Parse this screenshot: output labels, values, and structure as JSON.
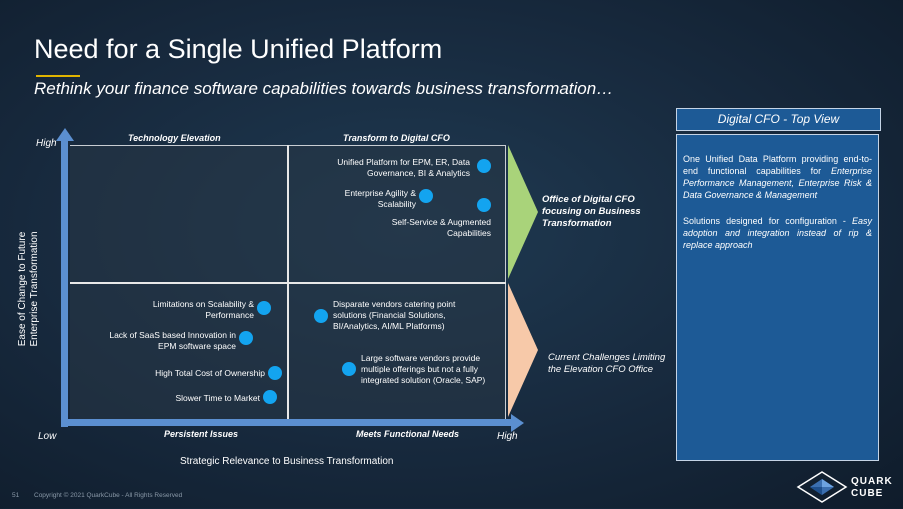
{
  "header": {
    "title": "Need for a Single Unified Platform",
    "subtitle": "Rethink your finance software capabilities towards business transformation…"
  },
  "matrix": {
    "quadrant_headers": {
      "top_left": "Technology Elevation",
      "top_right": "Transform to Digital CFO",
      "bottom_left": "Persistent Issues",
      "bottom_right": "Meets Functional Needs"
    },
    "y_axis": {
      "label_line1": "Ease of Change to Future",
      "label_line2": "Enterprise Transformation",
      "high": "High"
    },
    "x_axis": {
      "label": "Strategic Relevance to Business Transformation",
      "low": "Low",
      "high": "High"
    },
    "items": {
      "unified_platform": "Unified Platform for EPM, ER, Data Governance, BI & Analytics",
      "agility": "Enterprise Agility & Scalability",
      "self_service": "Self-Service & Augmented Capabilities",
      "limitations": "Limitations on Scalability & Performance",
      "lack_saas": "Lack of SaaS based Innovation in EPM software space",
      "high_tco": "High Total Cost of Ownership",
      "slower": "Slower Time to Market",
      "disparate": "Disparate vendors catering point solutions (Financial Solutions, BI/Analytics, AI/ML Platforms)",
      "large_vendors": "Large software vendors provide multiple offerings but not a fully integrated solution (Oracle, SAP)"
    },
    "dot_color": "#13a4f0"
  },
  "callouts": {
    "top": "Office of Digital CFO focusing on Business Transformation",
    "bottom": "Current Challenges Limiting the Elevation CFO Office"
  },
  "panel": {
    "title": "Digital CFO - Top View",
    "para1_intro": "One Unified Data Platform providing end-to-end functional capabilities for ",
    "para1_italic": "Enterprise Performance Management, Enterprise Risk & Data Governance & Management",
    "para2_intro": "Solutions designed for configuration - ",
    "para2_italic": "Easy adoption and integration instead of rip & replace approach"
  },
  "footer": {
    "page": "51",
    "copyright": "Copyright © 2021 QuarkCube - All Rights Reserved",
    "logo_line1": "QUARK",
    "logo_line2": "CUBE"
  }
}
